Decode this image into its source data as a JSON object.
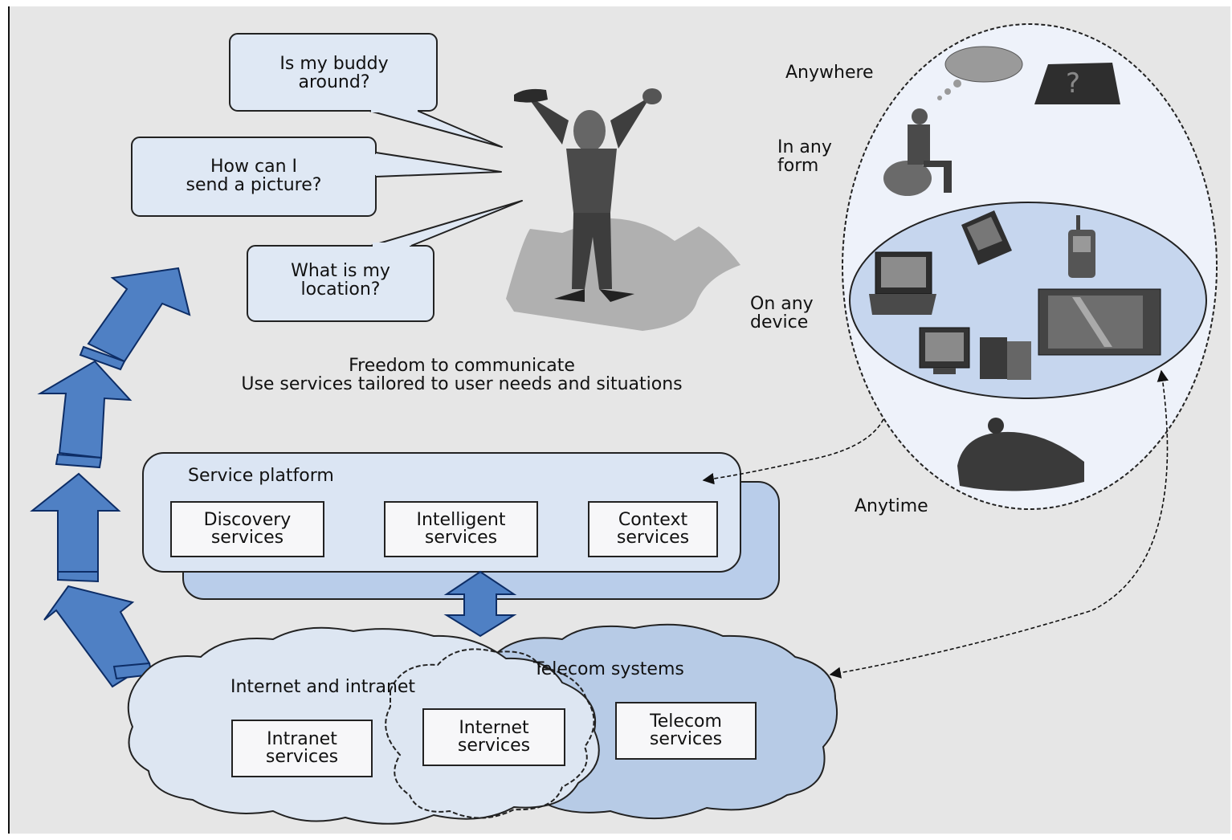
{
  "bubbles": {
    "buddy": "Is my buddy\naround?",
    "picture": "How can I\nsend a picture?",
    "location": "What is my\nlocation?"
  },
  "freedom": {
    "line1": "Freedom to communicate",
    "line2": "Use services tailored to user needs and situations"
  },
  "service_platform": {
    "title": "Service platform",
    "discovery": "Discovery\nservices",
    "intelligent": "Intelligent\nservices",
    "context": "Context\nservices"
  },
  "networks": {
    "internet_intranet": "Internet and intranet",
    "telecom_systems": "Telecom systems",
    "intranet_services": "Intranet\nservices",
    "internet_services": "Internet\nservices",
    "telecom_services": "Telecom\nservices"
  },
  "ellipse": {
    "anywhere": "Anywhere",
    "any_form": "In any\nform",
    "any_device": "On any\ndevice",
    "anytime": "Anytime"
  },
  "colors": {
    "arrow_blue": "#4f80c4",
    "cloud_light": "#dde6f2",
    "cloud_dark": "#b7cbe6",
    "platform_back": "#b9cdea",
    "platform_front": "#dbe5f3",
    "ellipse_fill": "#eef2fa",
    "inner_ellipse": "#c6d6ee"
  }
}
